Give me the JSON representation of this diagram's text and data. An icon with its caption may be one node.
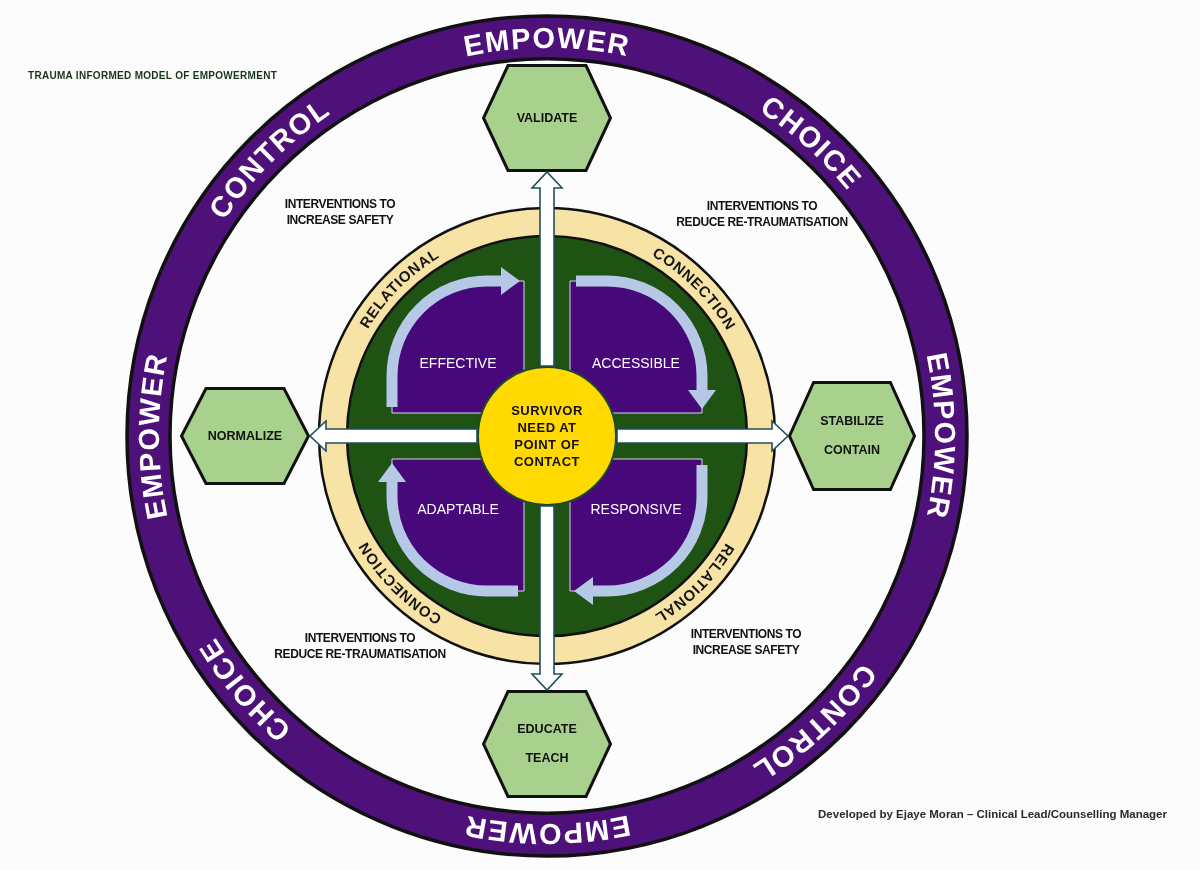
{
  "diagram": {
    "title": "TRAUMA INFORMED MODEL OF EMPOWERMENT",
    "caption": "Developed by Ejaye Moran – Clinical Lead/Counselling Manager",
    "nodes": [
      {
        "text": [
          "EMPOWER",
          "CONTROL",
          "CHOICE",
          "EMPOWER",
          "EMPOWER",
          "CHOICE",
          "CONTROL",
          "EMPOWER"
        ]
      },
      {
        "text": [
          "VALIDATE"
        ],
        "in": 0
      },
      {
        "text": [
          "NORMALIZE"
        ],
        "in": 0
      },
      {
        "text": [
          "RELATIONAL",
          "CONNECTION",
          "CONNECTION",
          "RELATIONAL"
        ],
        "in": 0
      },
      {
        "text": [
          "EFFECTIVE"
        ],
        "in": 3
      },
      {
        "text": [
          "ACCESSIBLE"
        ],
        "in": 3
      },
      {
        "text": [
          "SURVIVOR NEED AT POINT OF CONTACT"
        ],
        "in": 3
      },
      {
        "text": [
          "ADAPTABLE"
        ],
        "in": 3
      },
      {
        "text": [
          "RESPONSIVE"
        ],
        "in": 3
      },
      {
        "text": [
          "STABILIZE",
          "CONTAIN"
        ],
        "in": 0
      },
      {
        "text": [
          "EDUCATE",
          "TEACH"
        ],
        "in": 0
      }
    ],
    "edges": [
      {
        "from": 6,
        "to": 1,
        "arrow": "to"
      },
      {
        "from": 6,
        "to": 2,
        "arrow": "to"
      },
      {
        "from": 6,
        "to": 9,
        "arrow": "to"
      },
      {
        "from": 6,
        "to": 10,
        "arrow": "to"
      }
    ],
    "labels": [
      "INTERVENTIONS TO INCREASE SAFETY",
      "INTERVENTIONS TO REDUCE RE-TRAUMATISATION",
      "INTERVENTIONS TO REDUCE RE-TRAUMATISATION",
      "INTERVENTIONS TO INCREASE SAFETY"
    ]
  }
}
